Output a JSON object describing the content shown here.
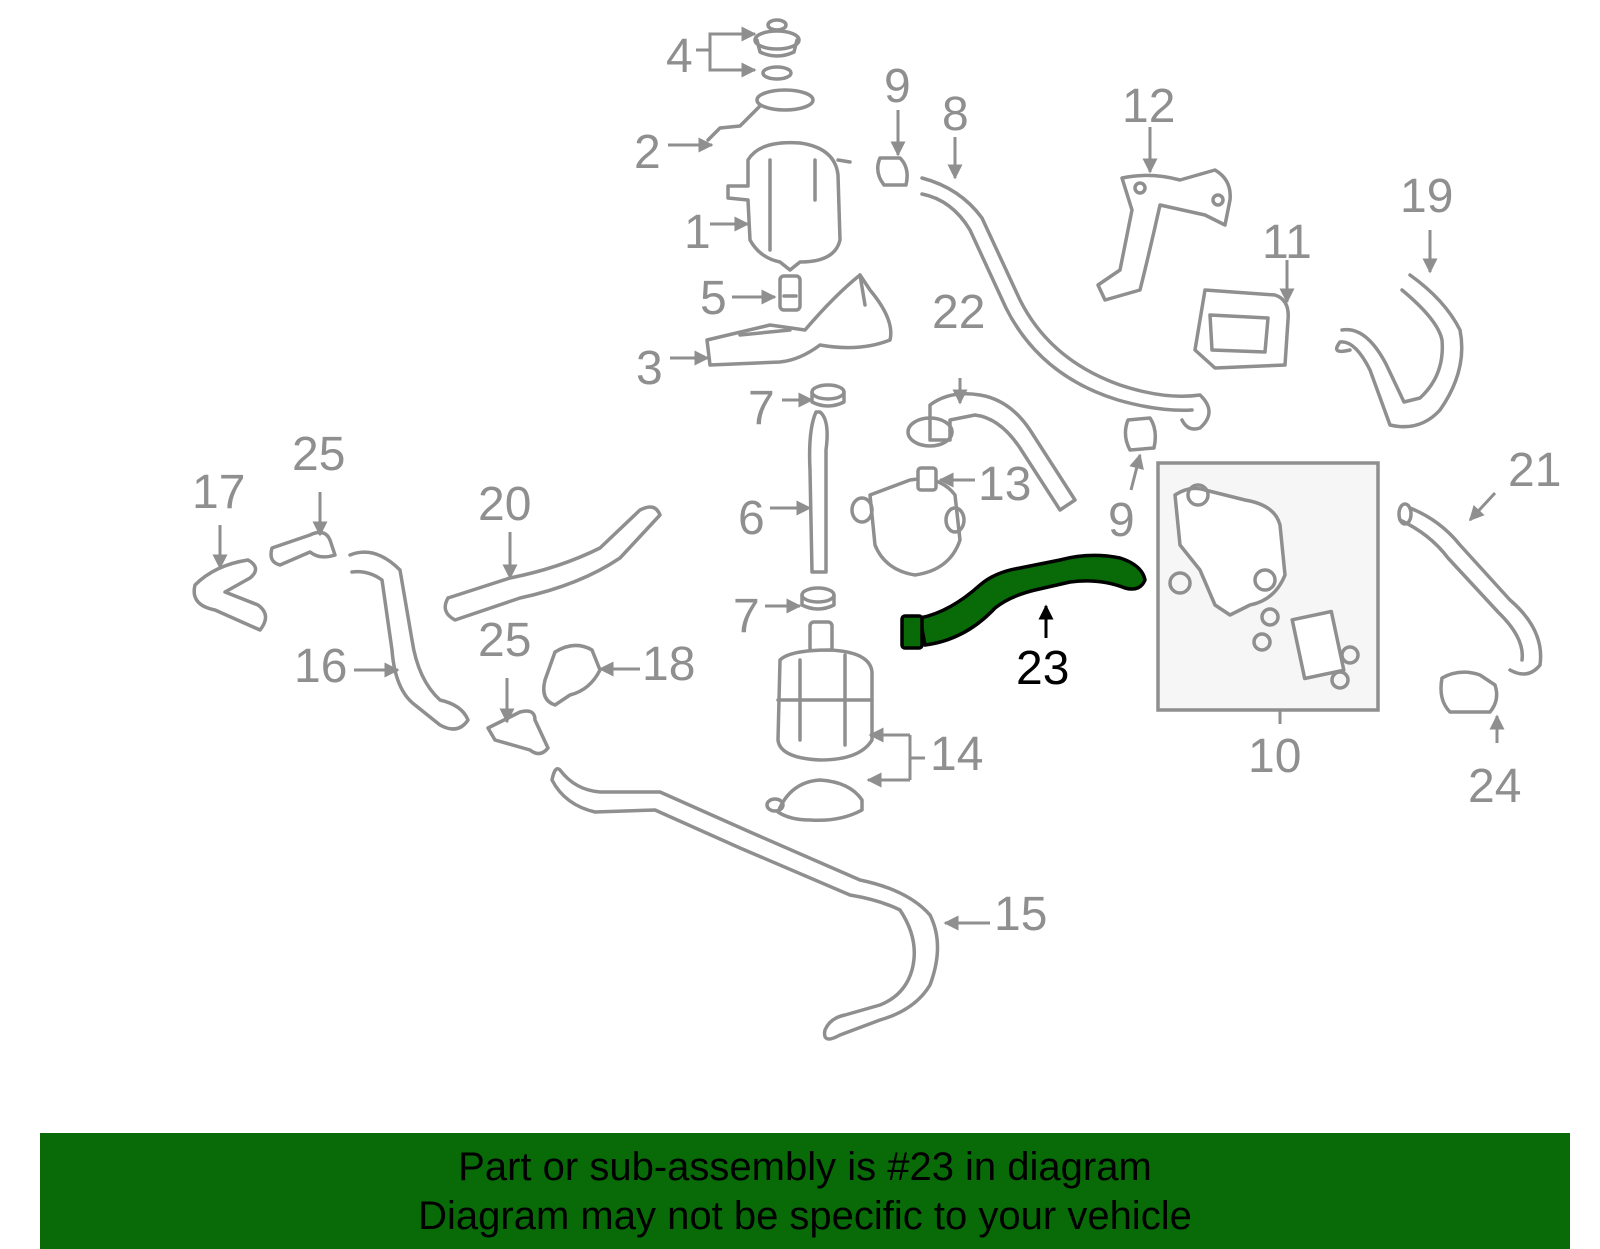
{
  "diagram": {
    "highlighted_part": "23",
    "highlight_color": "#086b08",
    "part_color": "#8f8f8f",
    "callouts": [
      "1",
      "2",
      "3",
      "4",
      "5",
      "6",
      "7",
      "7",
      "8",
      "9",
      "9",
      "10",
      "11",
      "12",
      "13",
      "14",
      "15",
      "16",
      "17",
      "18",
      "19",
      "20",
      "21",
      "22",
      "23",
      "24",
      "25",
      "25"
    ]
  },
  "banner": {
    "line1": "Part or sub-assembly is #23 in diagram",
    "line2": "Diagram may not be specific to your vehicle",
    "background": "#086b08"
  }
}
